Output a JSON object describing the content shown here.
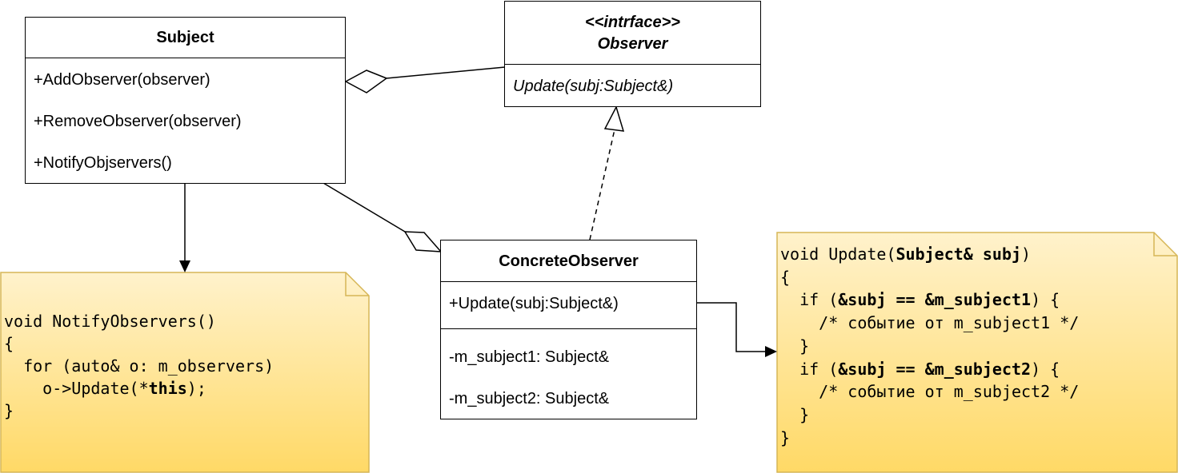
{
  "classes": {
    "subject": {
      "name": "Subject",
      "members": [
        "+AddObserver(observer)",
        "+RemoveObserver(observer)",
        "+NotifyObjservers()"
      ]
    },
    "observer": {
      "stereotype": "<<intrface>>",
      "name": "Observer",
      "members": [
        "Update(subj:Subject&)"
      ]
    },
    "concrete_observer": {
      "name": "ConcreteObserver",
      "methods": [
        "+Update(subj:Subject&)"
      ],
      "fields": [
        "-m_subject1: Subject&",
        "-m_subject2: Subject&"
      ]
    }
  },
  "notes": {
    "notify": {
      "lines": [
        [
          {
            "t": "void NotifyObservers()"
          }
        ],
        [
          {
            "t": "{"
          }
        ],
        [
          {
            "t": "  for (auto& o: m_observers)"
          }
        ],
        [
          {
            "t": "    o->Update(*"
          },
          {
            "t": "this",
            "b": true
          },
          {
            "t": ");"
          }
        ],
        [
          {
            "t": "}"
          }
        ]
      ]
    },
    "update": {
      "lines": [
        [
          {
            "t": "void Update("
          },
          {
            "t": "Subject& subj",
            "b": true
          },
          {
            "t": ")"
          }
        ],
        [
          {
            "t": "{"
          }
        ],
        [
          {
            "t": "  if ("
          },
          {
            "t": "&subj == &m_subject1",
            "b": true
          },
          {
            "t": ") {"
          }
        ],
        [
          {
            "t": "    /* событие от m_subject1 */"
          }
        ],
        [
          {
            "t": "  }"
          }
        ],
        [
          {
            "t": "  if ("
          },
          {
            "t": "&subj == &m_subject2",
            "b": true
          },
          {
            "t": ") {"
          }
        ],
        [
          {
            "t": "    /* событие от m_subject2 */"
          }
        ],
        [
          {
            "t": "  }"
          }
        ],
        [
          {
            "t": "}"
          }
        ]
      ]
    }
  },
  "colors": {
    "note_fill_top": "#fff2cc",
    "note_fill_bottom": "#ffd966",
    "note_stroke": "#d6b656",
    "line": "#000000"
  }
}
